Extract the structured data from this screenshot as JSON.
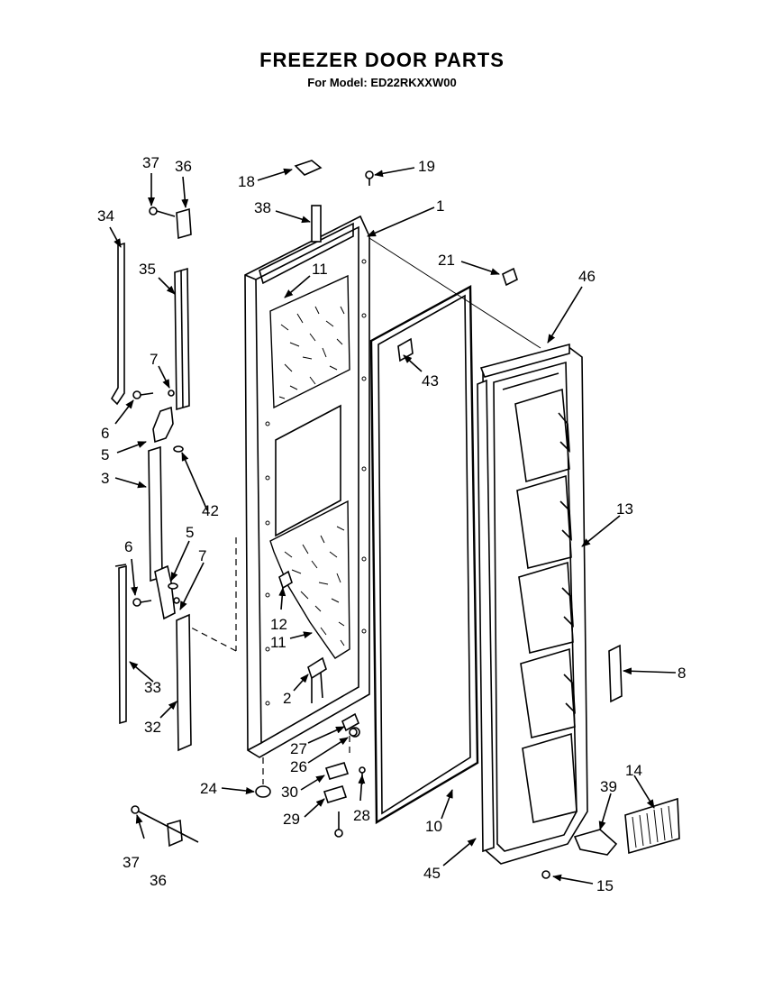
{
  "title": "FREEZER DOOR PARTS",
  "subtitle": "For Model: ED22RKXXW00",
  "callouts": [
    {
      "label": "37"
    },
    {
      "label": "36"
    },
    {
      "label": "18"
    },
    {
      "label": "19"
    },
    {
      "label": "34"
    },
    {
      "label": "38"
    },
    {
      "label": "1"
    },
    {
      "label": "21"
    },
    {
      "label": "35"
    },
    {
      "label": "11"
    },
    {
      "label": "46"
    },
    {
      "label": "7"
    },
    {
      "label": "43"
    },
    {
      "label": "6"
    },
    {
      "label": "5"
    },
    {
      "label": "3"
    },
    {
      "label": "42"
    },
    {
      "label": "13"
    },
    {
      "label": "6"
    },
    {
      "label": "5"
    },
    {
      "label": "7"
    },
    {
      "label": "12"
    },
    {
      "label": "11"
    },
    {
      "label": "8"
    },
    {
      "label": "2"
    },
    {
      "label": "33"
    },
    {
      "label": "32"
    },
    {
      "label": "27"
    },
    {
      "label": "26"
    },
    {
      "label": "24"
    },
    {
      "label": "30"
    },
    {
      "label": "14"
    },
    {
      "label": "39"
    },
    {
      "label": "29"
    },
    {
      "label": "28"
    },
    {
      "label": "10"
    },
    {
      "label": "37"
    },
    {
      "label": "36"
    },
    {
      "label": "45"
    },
    {
      "label": "15"
    }
  ]
}
